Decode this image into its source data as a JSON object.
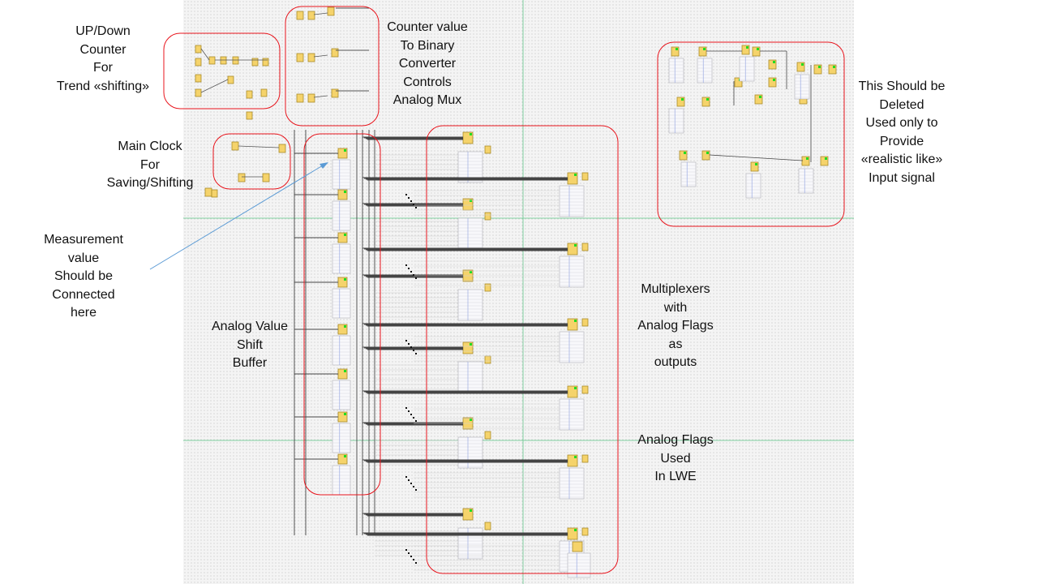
{
  "colors": {
    "highlight_box": "#e8141c",
    "arrow": "#5b9bd5",
    "grid_line": "#7fcf9f",
    "block": "#f5d36b",
    "block_border": "#a88a2a",
    "active_led": "#22dd22"
  },
  "annotations": {
    "updown_counter": [
      "UP/Down",
      "Counter",
      "For",
      "Trend «shifting»"
    ],
    "counter_converter": [
      "Counter value",
      "To Binary",
      "Converter",
      "Controls",
      "Analog Mux"
    ],
    "main_clock": [
      "Main Clock",
      "For",
      "Saving/Shifting"
    ],
    "measurement": [
      "Measurement",
      "value",
      "Should be",
      "Connected",
      "here"
    ],
    "shift_buffer": [
      "Analog Value",
      "Shift",
      "Buffer"
    ],
    "multiplexers": [
      "Multiplexers",
      "with",
      "Analog Flags",
      "as",
      "outputs"
    ],
    "analog_flags": [
      "Analog Flags",
      "Used",
      "In LWE"
    ],
    "delete_note": [
      "This Should be",
      "Deleted",
      "Used only to",
      "Provide",
      "«realistic like»",
      "Input signal"
    ]
  }
}
